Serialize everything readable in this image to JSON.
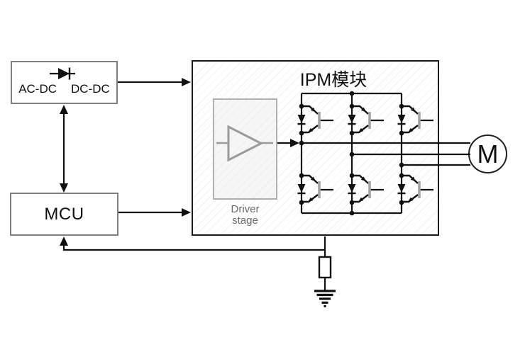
{
  "blocks": {
    "power": {
      "label_left": "AC-DC",
      "label_right": "DC-DC"
    },
    "mcu": {
      "label": "MCU"
    },
    "ipm": {
      "title": "IPM模块"
    },
    "driver": {
      "line1": "Driver",
      "line2": "stage"
    },
    "motor": {
      "label": "M"
    }
  },
  "colors": {
    "wire": "#111111",
    "block_border": "#7f7f7f",
    "ipm_border": "#1a1a1a",
    "driver_border": "#b0b0b0",
    "driver_fill": "#f6f6f6",
    "gate_gray": "#a3a3a3",
    "amp_gray": "#9b9b9b",
    "muted_text": "#6a6a6a"
  }
}
